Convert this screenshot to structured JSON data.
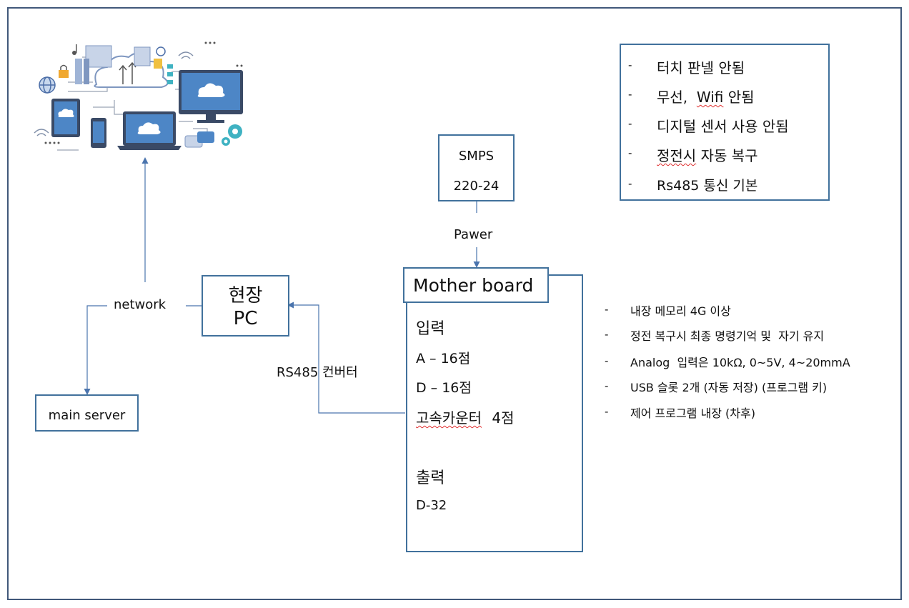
{
  "nodes": {
    "field_pc": {
      "line1": "현장",
      "line2": "PC"
    },
    "main_server": "main server",
    "smps": {
      "line1": "SMPS",
      "line2": "220-24"
    },
    "mother_board": {
      "title": "Mother board",
      "input_header": "입력",
      "inputs": [
        "A – 16점",
        "D – 16점"
      ],
      "counter_label": "고속카운터",
      "counter_count": "4점",
      "output_header": "출력",
      "outputs": [
        "D-32"
      ]
    }
  },
  "edges": {
    "network": "network",
    "rs485": "RS485 컨버터",
    "power": "Pawer"
  },
  "notes_box": {
    "items": [
      {
        "bullet": "-",
        "parts": [
          "터치 판넬 안됨"
        ]
      },
      {
        "bullet": "-",
        "parts": [
          "무선,  ",
          "Wifi",
          " 안됨"
        ]
      },
      {
        "bullet": "-",
        "parts": [
          "디지털 센서 사용 안됨"
        ]
      },
      {
        "bullet": "-",
        "parts": [
          "정전시",
          " 자동 복구"
        ]
      },
      {
        "bullet": "-",
        "parts": [
          "Rs485 통신 기본"
        ]
      }
    ]
  },
  "spec_list": {
    "items": [
      {
        "bullet": "-",
        "text": "내장 메모리 4G 이상"
      },
      {
        "bullet": "-",
        "text": "정전 복구시 최종 명령기억 및  자기 유지"
      },
      {
        "bullet": "-",
        "text": "Analog  입력은 10kΩ, 0~5V, 4~20mmA"
      },
      {
        "bullet": "-",
        "text": "USB 슬롯 2개 (자동 저장) (프로그램 키)"
      },
      {
        "bullet": "-",
        "text": "제어 프로그램 내장 (차후)"
      }
    ]
  },
  "colors": {
    "frame": "#41587a",
    "box_border": "#41719c",
    "arrow": "#4a74ad",
    "cloud_illustration": "#9fb4d6",
    "screen": "#4d86c6",
    "accent_teal": "#3fb2c2"
  },
  "icons": [
    "cloud-network-illustration"
  ]
}
